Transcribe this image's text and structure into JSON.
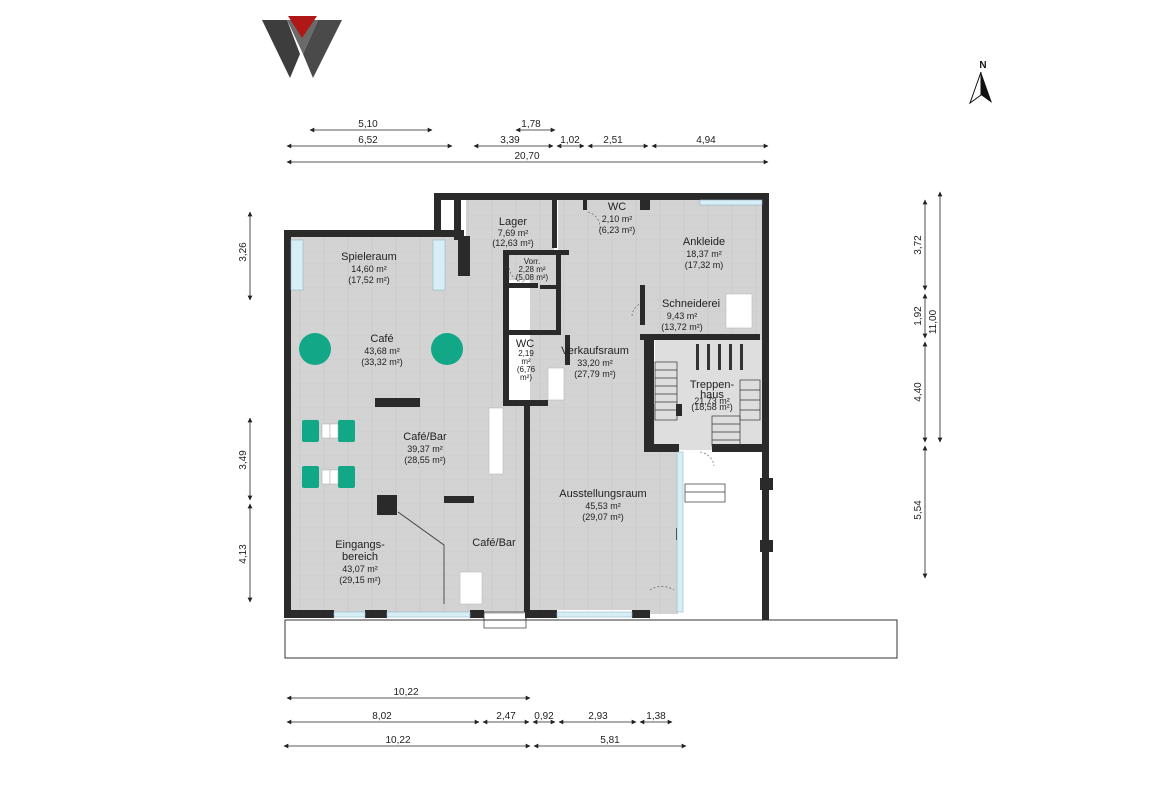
{
  "compass": {
    "label": "N"
  },
  "dimensions": {
    "top_row1": [
      "5,10",
      "1,78"
    ],
    "top_row2": [
      "6,52",
      "3,39",
      "1,02",
      "2,51",
      "4,94"
    ],
    "top_total": "20,70",
    "bottom_row1": "10,22",
    "bottom_row2": [
      "8,02",
      "2,47",
      "0,92",
      "2,93",
      "1,38"
    ],
    "bottom_row3": [
      "10,22",
      "5,81"
    ],
    "left": [
      "3,26",
      "3,49",
      "4,13"
    ],
    "right": [
      "3,72",
      "1,92",
      "4,40",
      "5,54"
    ],
    "right_total": "11,00"
  },
  "rooms": {
    "lager": {
      "name": "Lager",
      "area": "7,69 m²",
      "sub": "(12,63 m²)"
    },
    "wc_top": {
      "name": "WC",
      "area": "2,10 m²",
      "sub": "(6,23 m²)"
    },
    "ankleide": {
      "name": "Ankleide",
      "area": "18,37 m²",
      "sub": "(17,32 m)"
    },
    "spieleraum": {
      "name": "Spieleraum",
      "area": "14,60 m²",
      "sub": "(17,52 m²)"
    },
    "vorr": {
      "name": "Vorr.",
      "area": "2,28 m²",
      "sub": "(5,08 m²)"
    },
    "schneiderei": {
      "name": "Schneiderei",
      "area": "9,43 m²",
      "sub": "(13,72 m²)"
    },
    "cafe": {
      "name": "Café",
      "area": "43,68 m²",
      "sub": "(33,32 m²)"
    },
    "wc_mid": {
      "name": "WC",
      "area": "2,19",
      "area2": "m²",
      "sub": "(6,76",
      "sub2": "m²)"
    },
    "verkaufsraum": {
      "name": "Verkaufsraum",
      "area": "33,20 m²",
      "sub": "(27,79 m²)"
    },
    "treppenhaus": {
      "name": "Treppen-",
      "name2": "haus",
      "area": "21,73 m²",
      "sub": "(18,58 m²)"
    },
    "cafebar": {
      "name": "Café/Bar",
      "area": "39,37 m²",
      "sub": "(28,55 m²)"
    },
    "ausstellungsraum": {
      "name": "Ausstellungsraum",
      "area": "45,53 m²",
      "sub": "(29,07 m²)"
    },
    "eingangsbereich": {
      "name": "Eingangs-",
      "name2": "bereich",
      "area": "43,07 m²",
      "sub": "(29,15 m²)"
    },
    "cafebar_small": {
      "name": "Café/Bar"
    }
  },
  "colors": {
    "floor": "#d4d4d4",
    "wall": "#2a2a2a",
    "teal": "#12a887",
    "logo_dark": "#3a3a3a",
    "logo_red": "#b01818",
    "window": "#cfe8f2"
  }
}
